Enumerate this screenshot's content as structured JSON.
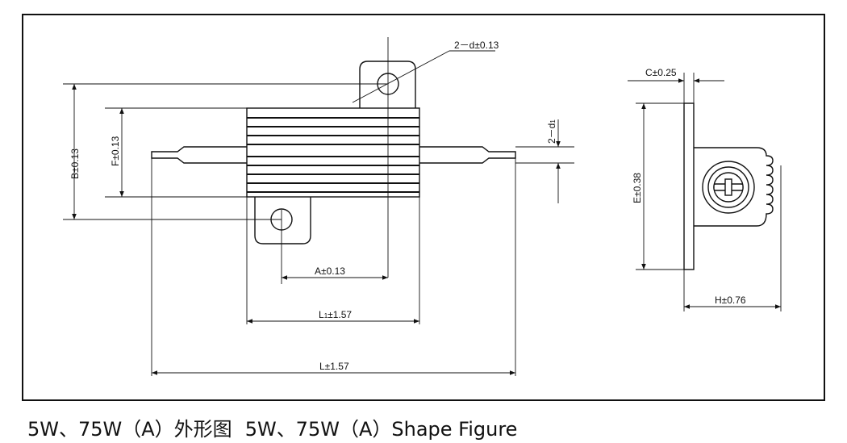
{
  "dimensions": {
    "hole": "2－d±0.13",
    "lead": "2－d",
    "lead_sub": "1",
    "b": "B±0.13",
    "f": "F±0.13",
    "a": "A±0.13",
    "l1_prefix": "L",
    "l1_sub": "1",
    "l1_suffix": "±1.57",
    "l": "L±1.57",
    "c": "C±0.25",
    "e": "E±0.38",
    "h": "H±0.76"
  },
  "caption": {
    "chinese": "5W、75W（A）外形图",
    "english": "5W、75W（A）Shape Figure"
  }
}
